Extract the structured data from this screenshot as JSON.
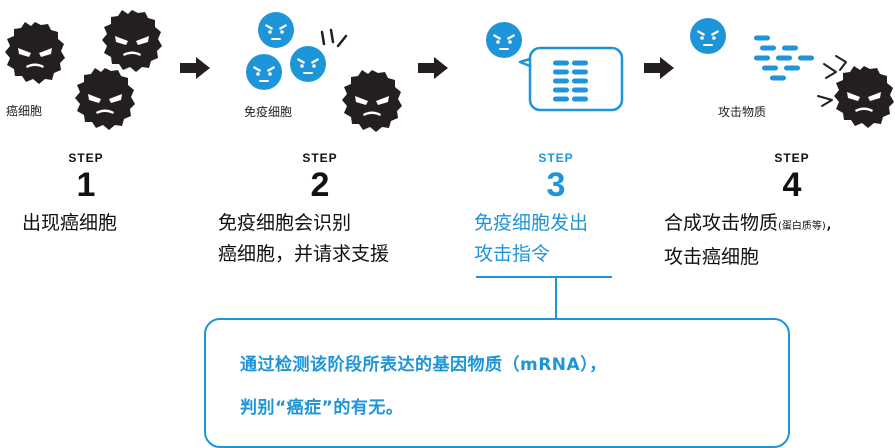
{
  "colors": {
    "accent": "#1e95d8",
    "cancer": "#231f20",
    "text": "#111111"
  },
  "icons": [
    "cancer-cell-icon",
    "immune-cell-icon",
    "arrow-right-icon",
    "speech-bubble-icon",
    "attack-substance-icon"
  ],
  "captions": {
    "cancer_cells": "癌细胞",
    "immune_cells": "免疫细胞",
    "attack_substance": "攻击物质",
    "alarm": "!/"
  },
  "steps": [
    {
      "label": "STEP",
      "number": "1",
      "lines": [
        "出现癌细胞"
      ]
    },
    {
      "label": "STEP",
      "number": "2",
      "lines": [
        "免疫细胞会识别",
        "癌细胞，并请求支援"
      ]
    },
    {
      "label": "STEP",
      "number": "3",
      "lines": [
        "免疫细胞发出",
        "攻击指令"
      ]
    },
    {
      "label": "STEP",
      "number": "4",
      "line1_main": "合成攻击物质",
      "line1_note": "(蛋白质等)",
      "line1_end": ",",
      "line2": "攻击癌细胞"
    }
  ],
  "callout": {
    "line1": "通过检测该阶段所表达的基因物质（mRNA），",
    "line2": "判别“癌症”的有无。"
  }
}
